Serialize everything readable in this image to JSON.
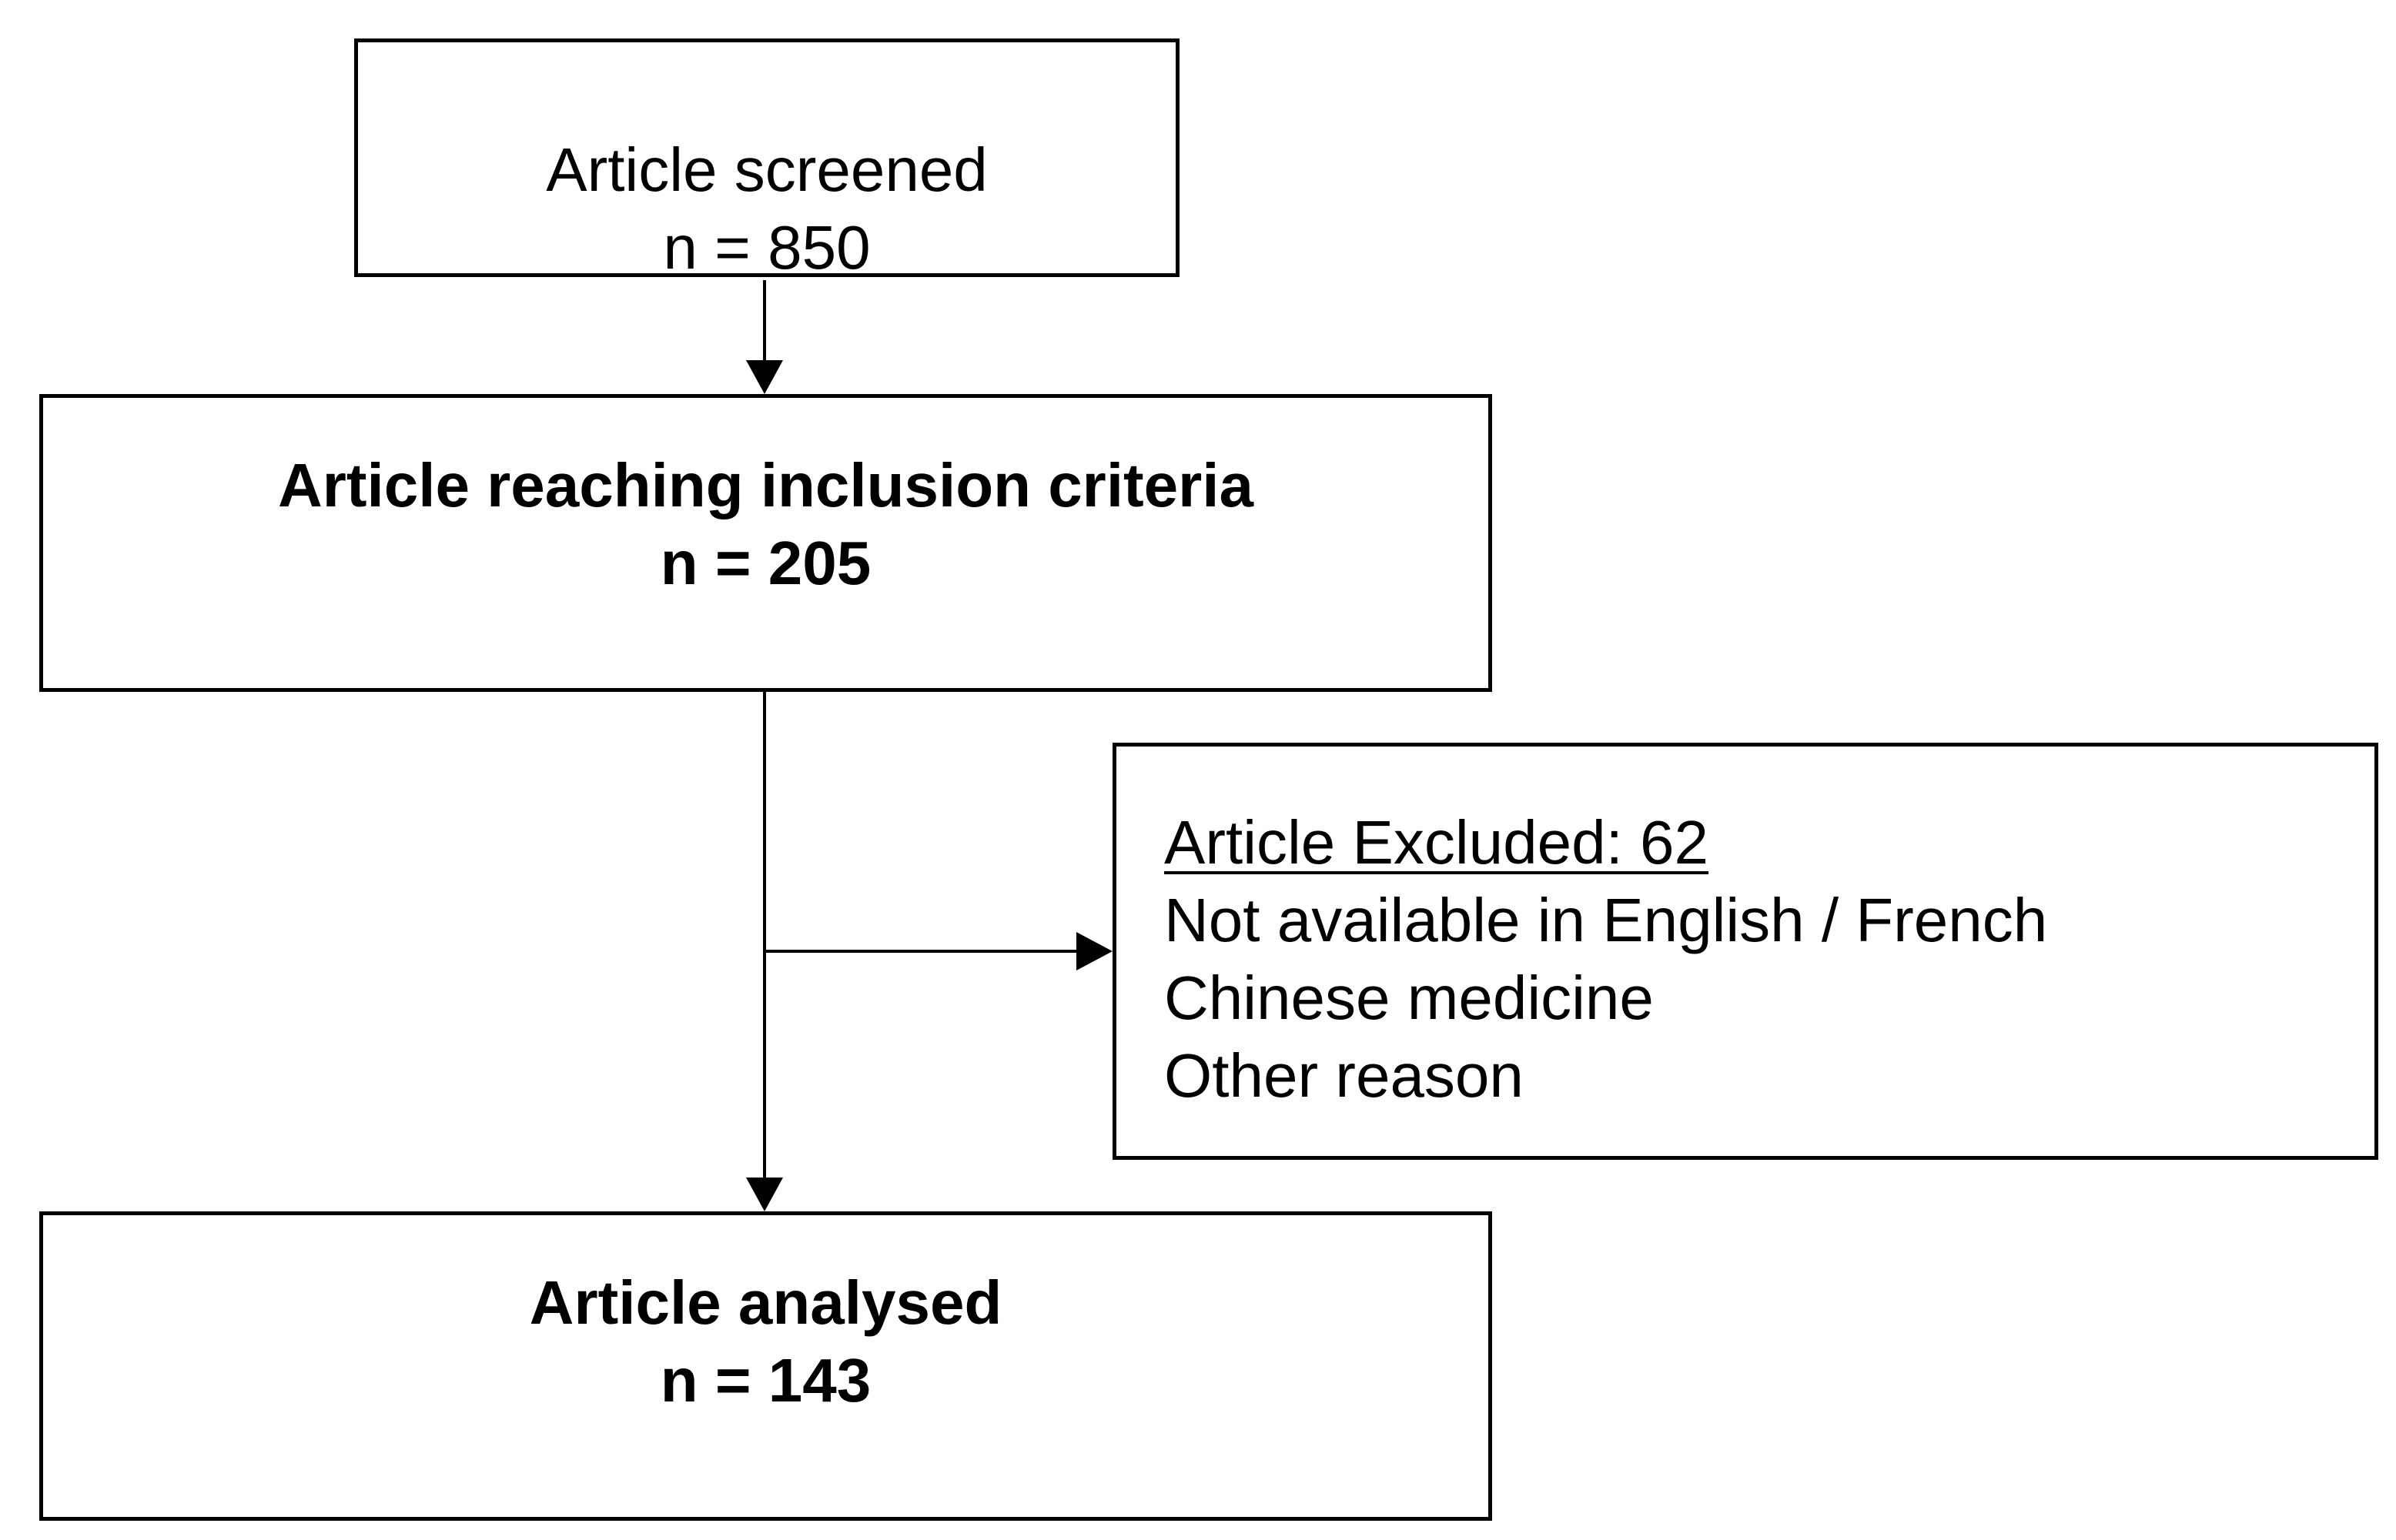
{
  "flowchart": {
    "screened": {
      "line1": "Article screened",
      "line2": "n = 850"
    },
    "inclusion": {
      "line1": "Article reaching inclusion criteria",
      "line2": "n = 205"
    },
    "excluded": {
      "heading": "Article Excluded: 62",
      "reasons": [
        "Not available in English / French",
        "Chinese medicine",
        "Other reason"
      ]
    },
    "analysed": {
      "line1": "Article analysed",
      "line2": "n = 143"
    }
  },
  "colors": {
    "stroke": "#000000",
    "background": "#ffffff"
  }
}
